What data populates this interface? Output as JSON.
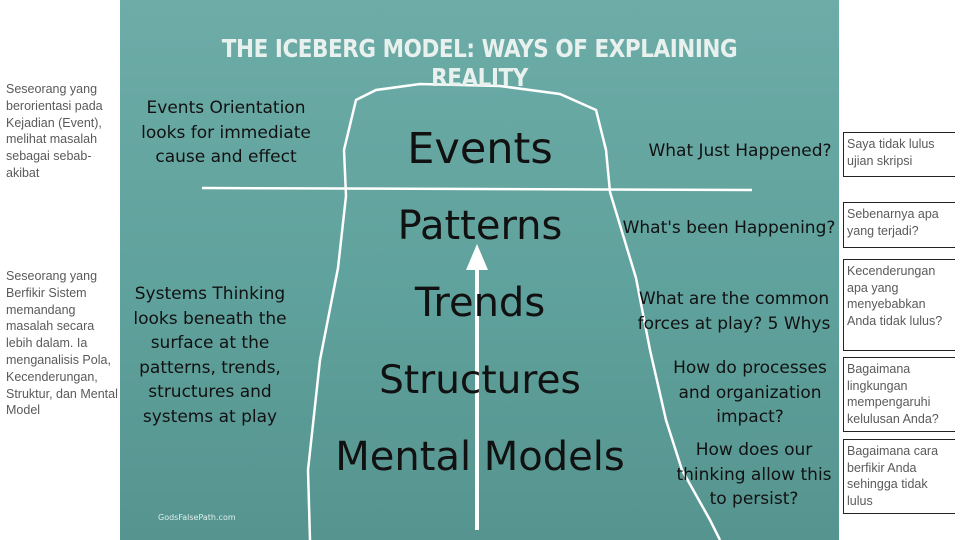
{
  "side_notes": {
    "events": "Seseorang yang berorientasi pada Kejadian (Event), melihat masalah sebagai sebab-akibat",
    "systems": "Seseorang yang Berfikir Sistem memandang masalah secara lebih dalam. Ia menganalisis Pola, Kecenderungan, Struktur, dan Mental Model"
  },
  "diagram": {
    "title": "THE ICEBERG MODEL: WAYS OF EXPLAINING REALITY",
    "events_orientation": "Events Orientation looks for immediate cause and effect",
    "systems_thinking": "Systems Thinking looks beneath the surface at the patterns, trends, structures and systems at play",
    "levels": [
      "Events",
      "Patterns",
      "Trends",
      "Structures",
      "Mental Models"
    ],
    "questions": [
      "What Just Happened?",
      "What's been Happening?",
      "What are the common forces at play? 5 Whys",
      "How do processes and organization impact?",
      "How does our thinking allow this to persist?"
    ],
    "credit": "GodsFalsePath.com"
  },
  "right_boxes": [
    "Saya tidak lulus ujian skripsi",
    "Sebenarnya apa yang terjadi?",
    "Kecenderungan apa yang menyebabkan Anda tidak lulus?",
    "Bagaimana lingkungan mempengaruhi kelulusan Anda?",
    "Bagaimana cara berfikir Anda sehingga tidak lulus"
  ],
  "colors": {
    "water": "#62a39e",
    "line": "#ffffff",
    "text": "#111111"
  }
}
